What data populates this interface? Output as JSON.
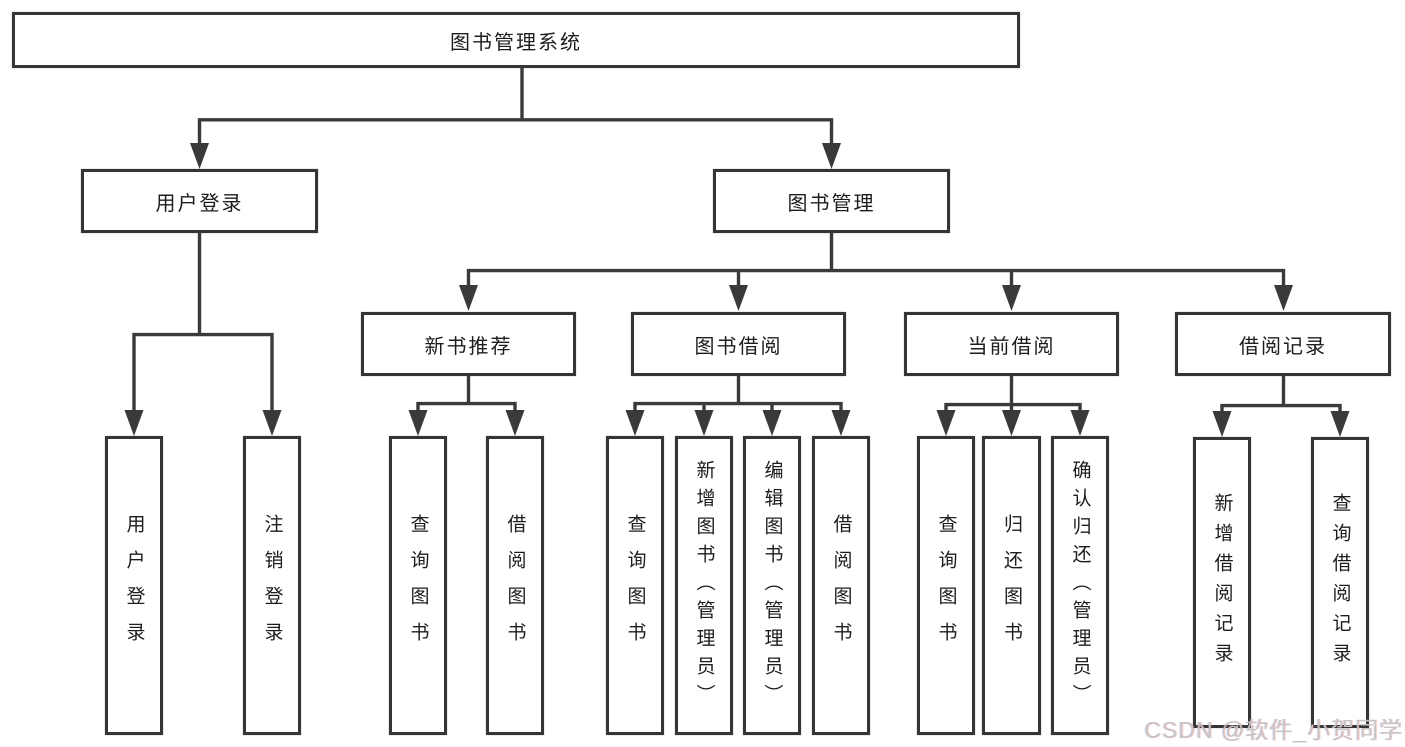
{
  "diagram": {
    "root": "图书管理系统",
    "level2": {
      "user_login": "用户登录",
      "book_management": "图书管理"
    },
    "level3": {
      "new_book": "新书推荐",
      "book_borrow": "图书借阅",
      "current_borrow": "当前借阅",
      "borrow_records": "借阅记录"
    },
    "leaves": {
      "user_login": "用户登录",
      "logout": "注销登录",
      "newbook_query": "查询图书",
      "newbook_borrow": "借阅图书",
      "borrow_query": "查询图书",
      "borrow_add": "新增图书（管理员）",
      "borrow_edit": "编辑图书（管理员）",
      "borrow_borrow": "借阅图书",
      "current_query": "查询图书",
      "current_return": "归还图书",
      "current_confirm": "确认归还（管理员）",
      "records_add": "新增借阅记录",
      "records_query": "查询借阅记录"
    },
    "edges": [
      [
        "图书管理系统",
        "用户登录"
      ],
      [
        "图书管理系统",
        "图书管理"
      ],
      [
        "用户登录",
        "用户登录"
      ],
      [
        "用户登录",
        "注销登录"
      ],
      [
        "图书管理",
        "新书推荐"
      ],
      [
        "图书管理",
        "图书借阅"
      ],
      [
        "图书管理",
        "当前借阅"
      ],
      [
        "图书管理",
        "借阅记录"
      ],
      [
        "新书推荐",
        "查询图书"
      ],
      [
        "新书推荐",
        "借阅图书"
      ],
      [
        "图书借阅",
        "查询图书"
      ],
      [
        "图书借阅",
        "新增图书（管理员）"
      ],
      [
        "图书借阅",
        "编辑图书（管理员）"
      ],
      [
        "图书借阅",
        "借阅图书"
      ],
      [
        "当前借阅",
        "查询图书"
      ],
      [
        "当前借阅",
        "归还图书"
      ],
      [
        "当前借阅",
        "确认归还（管理员）"
      ],
      [
        "借阅记录",
        "新增借阅记录"
      ],
      [
        "借阅记录",
        "查询借阅记录"
      ]
    ]
  },
  "watermark": {
    "text": "CSDN @软件_小贺同学"
  },
  "colors": {
    "line": "#3a3a3a",
    "border": "#353535",
    "text": "#1d1d1d",
    "watermark": "#c9c3c3",
    "background": "#ffffff"
  }
}
